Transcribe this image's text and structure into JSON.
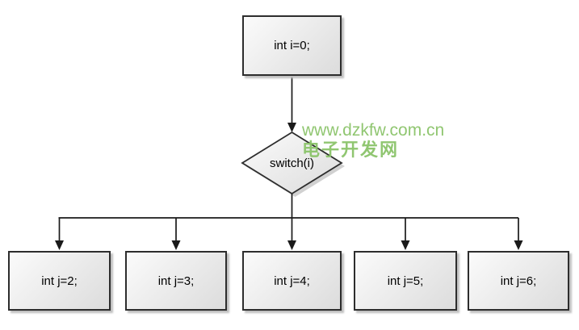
{
  "watermark": {
    "url": "www.dzkfw.com.cn",
    "site_name": "电子开发网"
  },
  "flowchart": {
    "start_node": {
      "label": "int i=0;"
    },
    "decision_node": {
      "label": "switch(i)"
    },
    "branch_nodes": [
      {
        "label": "int j=2;"
      },
      {
        "label": "int j=3;"
      },
      {
        "label": "int j=4;"
      },
      {
        "label": "int j=5;"
      },
      {
        "label": "int j=6;"
      }
    ]
  },
  "colors": {
    "watermark-green": "#8bc46a",
    "node-border": "#2d2d2d",
    "node-fill-light": "#fbfbfb",
    "node-fill-dark": "#dcdcdc",
    "connector": "#1a1a1a"
  }
}
